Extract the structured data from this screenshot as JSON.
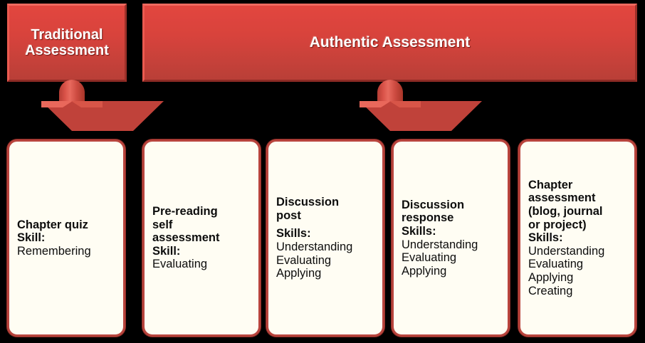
{
  "banners": [
    {
      "id": "traditional",
      "label": "Traditional\nAssessment"
    },
    {
      "id": "authentic",
      "label": "Authentic Assessment"
    }
  ],
  "arrows": [
    {
      "id": "arrow-traditional",
      "name": "down-arrow-icon"
    },
    {
      "id": "arrow-authentic",
      "name": "down-arrow-icon"
    }
  ],
  "cards": [
    {
      "title": "Chapter quiz",
      "skill_label": "Skill:",
      "skills": "Remembering"
    },
    {
      "title": "Pre-reading\nself\nassessment",
      "skill_label": "Skill:",
      "skills": "Evaluating"
    },
    {
      "title": "Discussion\npost",
      "skill_label": "Skills:",
      "skills": "Understanding\nEvaluating\nApplying"
    },
    {
      "title": "Discussion\nresponse",
      "skill_label": "Skills:",
      "skills": "Understanding\nEvaluating\nApplying"
    },
    {
      "title": "Chapter\nassessment\n(blog,  journal\nor project)",
      "skill_label": "Skills:",
      "skills": "Understanding\nEvaluating\nApplying\nCreating"
    }
  ],
  "colors": {
    "background": "#000000",
    "banner_red_top": "#e2463f",
    "banner_red_bottom": "#b93f37",
    "banner_text": "#ffffff",
    "card_fill": "#fffdf3",
    "card_border": "#b8443d",
    "card_border_outer": "#8f2e28",
    "card_text": "#0d0d0d",
    "arrow_red": "#c0423a"
  }
}
